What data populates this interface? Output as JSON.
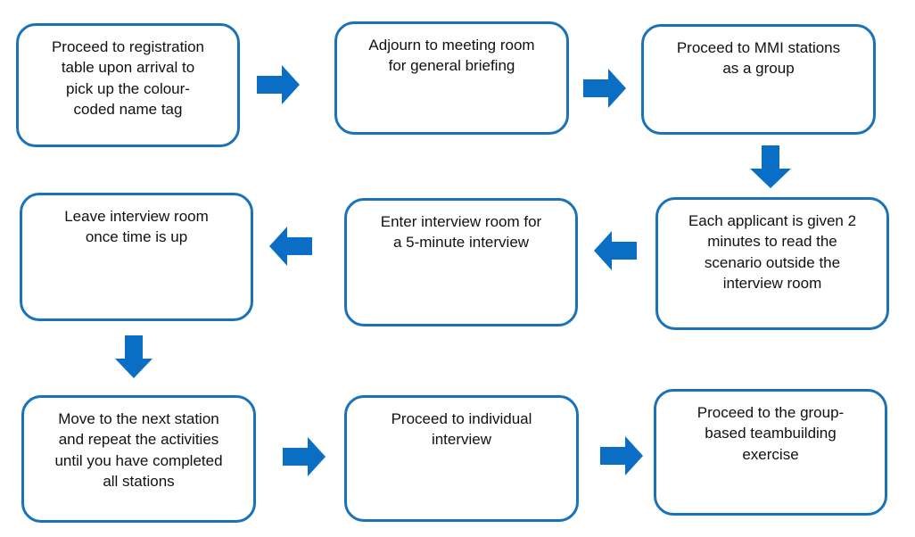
{
  "diagram": {
    "accent_color": "#1a73b8",
    "arrow_color": "#0a6fc4",
    "steps": [
      {
        "text": "Proceed to registration\ntable upon arrival to\npick up the colour-\ncoded name tag"
      },
      {
        "text": "Adjourn to meeting room\nfor general briefing"
      },
      {
        "text": "Proceed to MMI stations\nas a group"
      },
      {
        "text": "Each applicant is given 2\nminutes to read the\nscenario outside the\ninterview room"
      },
      {
        "text": "Enter interview room for\na 5-minute interview"
      },
      {
        "text": "Leave interview room\nonce time is up"
      },
      {
        "text": "Move to the next station\nand repeat the activities\nuntil you have completed\nall stations"
      },
      {
        "text": "Proceed to individual\ninterview"
      },
      {
        "text": "Proceed to the group-\nbased teambuilding\nexercise"
      }
    ],
    "arrows": [
      "right",
      "right",
      "down",
      "left",
      "left",
      "down",
      "right",
      "right"
    ]
  }
}
